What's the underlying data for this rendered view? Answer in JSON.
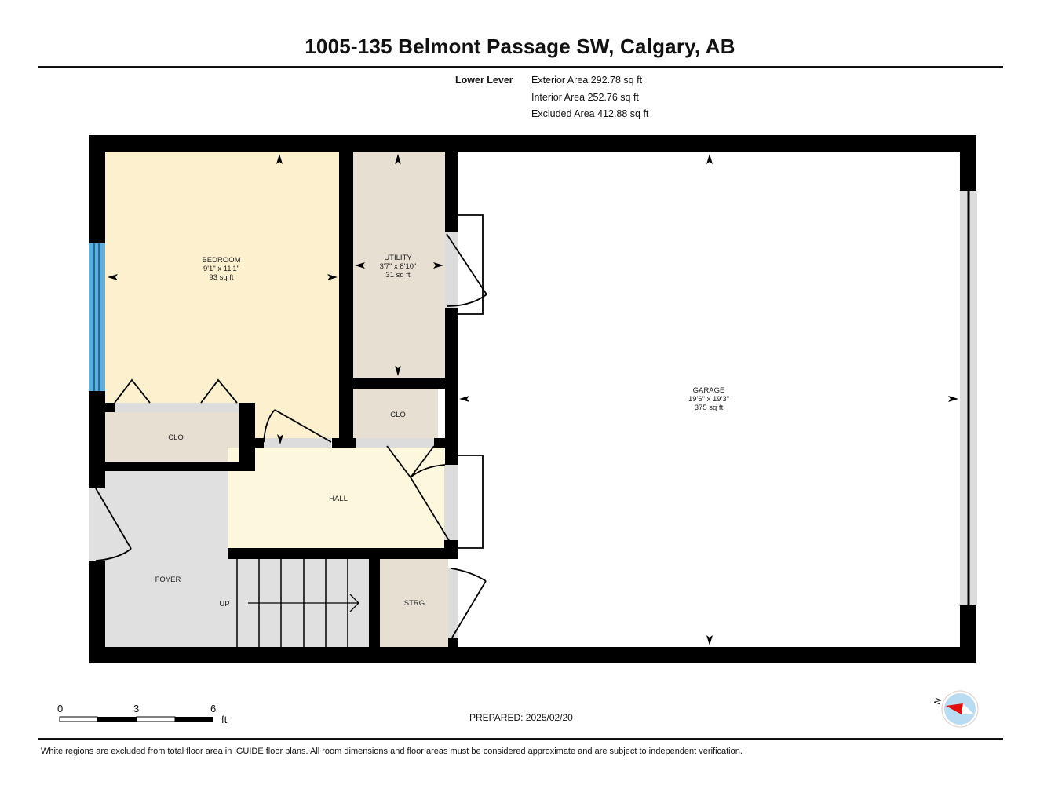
{
  "header": {
    "title": "1005-135 Belmont Passage SW, Calgary, AB",
    "level": "Lower Lever",
    "areas": [
      "Exterior Area 292.78 sq ft",
      "Interior Area 252.76 sq ft",
      "Excluded Area 412.88 sq ft"
    ]
  },
  "rooms": {
    "bedroom": {
      "name": "BEDROOM",
      "dims": "9'1\" x 11'1\"",
      "area": "93 sq ft",
      "color": "#fdf0cf"
    },
    "utility": {
      "name": "UTILITY",
      "dims": "3'7\" x 8'10\"",
      "area": "31 sq ft",
      "color": "#e6dfd2"
    },
    "garage": {
      "name": "GARAGE",
      "dims": "19'6\" x 19'3\"",
      "area": "375 sq ft",
      "color": "#ffffff"
    },
    "clo_bedroom": {
      "name": "CLO",
      "color": "#e6dfd2"
    },
    "clo_utility": {
      "name": "CLO",
      "color": "#e6dfd2"
    },
    "hall": {
      "name": "HALL",
      "color": "#fdf7de"
    },
    "foyer": {
      "name": "FOYER",
      "color": "#e0e0e0"
    },
    "stairs": {
      "label": "UP",
      "color": "#e0e0e0"
    },
    "storage": {
      "name": "STRG",
      "color": "#e6dfd2"
    }
  },
  "colors": {
    "wall": "#000000",
    "window": "#5aaee0",
    "door_opening": "#dcdcdc",
    "compass_fill": "#b9dcf3",
    "compass_needle": "#e01010"
  },
  "scale_bar": {
    "ticks": [
      "0",
      "3",
      "6"
    ],
    "unit": "ft"
  },
  "compass": {
    "label": "N"
  },
  "footer": {
    "prepared": "PREPARED: 2025/02/20",
    "disclaimer": "White regions are excluded from total floor area in iGUIDE floor plans. All room dimensions and floor areas must be considered approximate and are subject to independent verification."
  }
}
